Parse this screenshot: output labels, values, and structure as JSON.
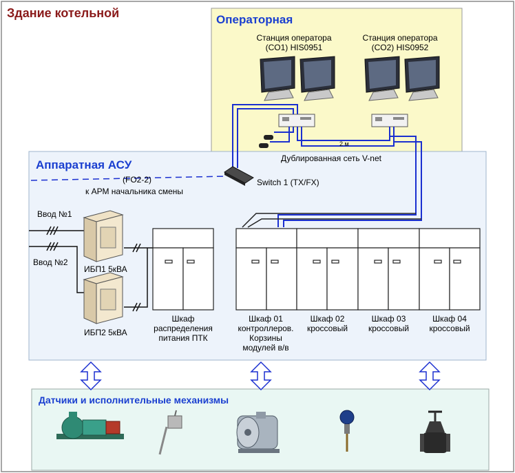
{
  "building_title": "Здание котельной",
  "operator_room": {
    "title": "Операторная",
    "station1": {
      "line1": "Станция оператора",
      "line2": "(CO1) HIS0951"
    },
    "station2": {
      "line1": "Станция оператора",
      "line2": "(CO2) HIS0952"
    },
    "cable_length": "2 м",
    "network": "Дублированная сеть V-net"
  },
  "control_room": {
    "title": "Аппаратная АСУ",
    "fo_label": "(FO2-2)",
    "arm_label": "к АРМ начальника смены",
    "switch_label": "Switch 1 (TX/FX)",
    "input1": "Ввод №1",
    "input2": "Ввод №2",
    "ups1": "ИБП1 5кВА",
    "ups2": "ИБП2 5кВА",
    "cab_power": [
      "Шкаф",
      "распределения",
      "питания ПТК"
    ],
    "cab01": [
      "Шкаф 01",
      "контроллеров.",
      "Корзины",
      "модулей в/в"
    ],
    "cab02": [
      "Шкаф 02",
      "кроссовый"
    ],
    "cab03": [
      "Шкаф 03",
      "кроссовый"
    ],
    "cab04": [
      "Шкаф 04",
      "кроссовый"
    ]
  },
  "field": {
    "title": "Датчики и исполнительные механизмы",
    "devices": [
      "pump-icon",
      "thermocouple-icon",
      "electric-motor-icon",
      "pressure-transmitter-icon",
      "gate-valve-icon"
    ]
  },
  "colors": {
    "title_red": "#8a1a1a",
    "title_blue": "#1a3fd0",
    "operator_bg": "#fbf9c9",
    "control_bg": "#edf3fb",
    "field_bg": "#e9f7f3",
    "network_blue": "#1a2fd0"
  }
}
